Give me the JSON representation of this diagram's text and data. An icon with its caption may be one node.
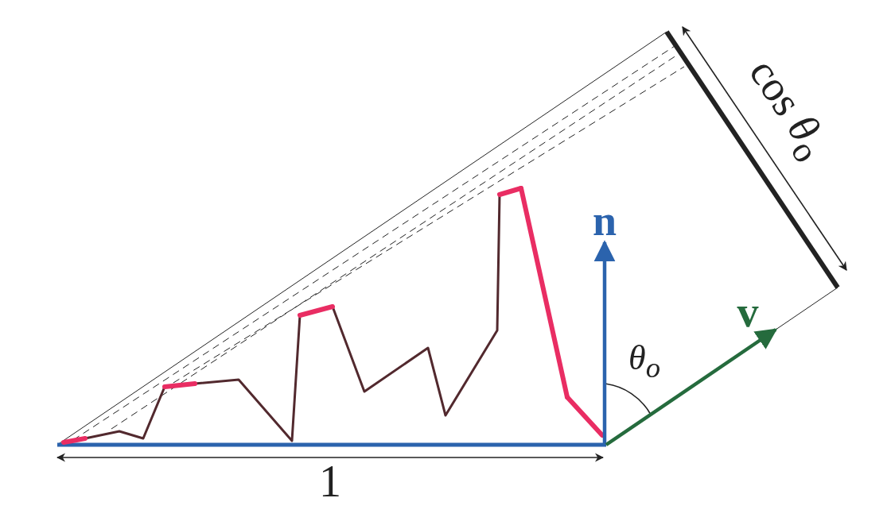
{
  "diagram": {
    "labels": [
      "cos *θ*$_{o}$",
      "n",
      "v",
      "θ$_{o}$",
      "1"
    ]
  }
}
